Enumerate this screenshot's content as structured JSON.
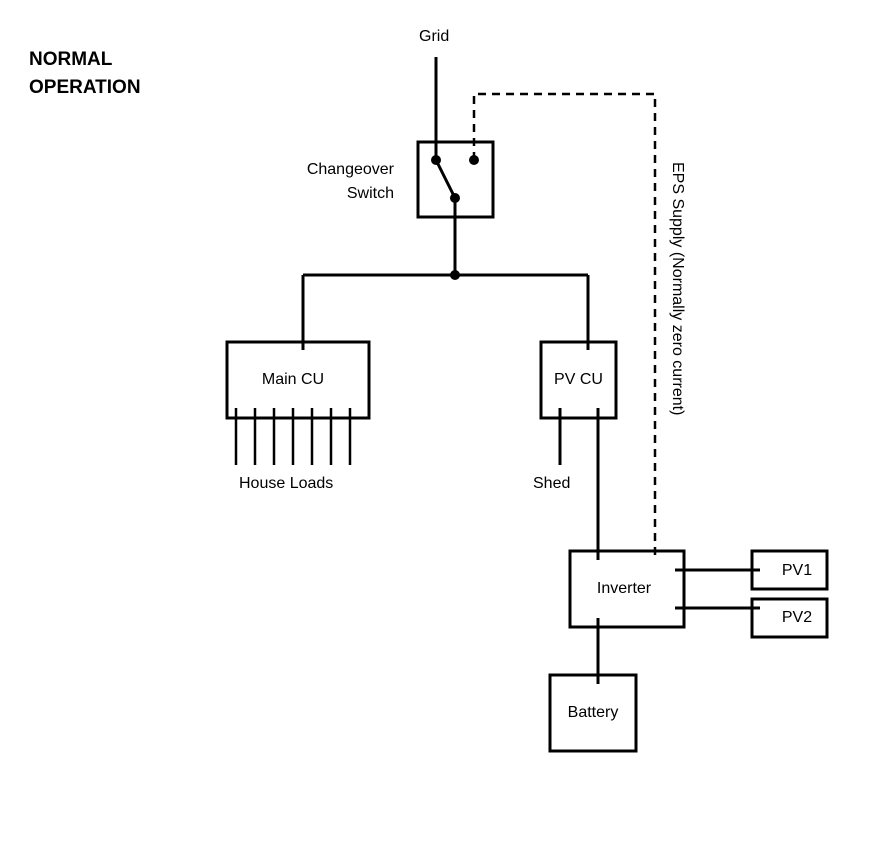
{
  "diagram": {
    "title_line1": "NORMAL",
    "title_line2": "OPERATION",
    "nodes": {
      "grid": "Grid",
      "changeover_line1": "Changeover",
      "changeover_line2": "Switch",
      "main_cu": "Main CU",
      "pv_cu": "PV CU",
      "house_loads": "House Loads",
      "shed": "Shed",
      "inverter": "Inverter",
      "pv1": "PV1",
      "pv2": "PV2",
      "battery": "Battery"
    },
    "eps_label": "EPS Supply (Normally zero current)",
    "house_load_circuits": 7,
    "colors": {
      "stroke": "#000000",
      "background": "#ffffff"
    }
  }
}
